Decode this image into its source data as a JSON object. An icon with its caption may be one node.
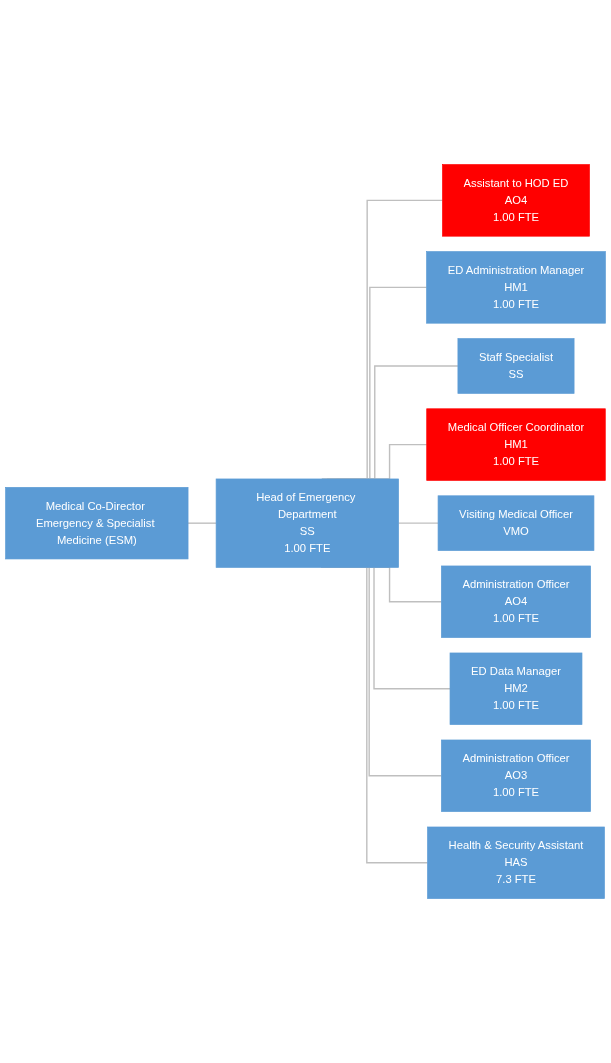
{
  "diagram": {
    "nodes": [
      {
        "text": [
          "Medical Co-Director Emergency & Specialist Medicine (ESM)"
        ]
      },
      {
        "text": [
          "Head of Emergency Department",
          "SS",
          "1.00 FTE"
        ]
      },
      {
        "text": [
          "Assistant to HOD ED",
          "AO4",
          "1.00 FTE"
        ]
      },
      {
        "text": [
          "ED Administration Manager",
          "HM1",
          "1.00 FTE"
        ]
      },
      {
        "text": [
          "Staff Specialist",
          "SS"
        ]
      },
      {
        "text": [
          "Medical Officer Coordinator",
          "HM1",
          "1.00 FTE"
        ]
      },
      {
        "text": [
          "Visiting Medical Officer",
          "VMO"
        ]
      },
      {
        "text": [
          "Administration Officer",
          "AO4",
          "1.00 FTE"
        ]
      },
      {
        "text": [
          "ED Data Manager",
          "HM2",
          "1.00 FTE"
        ]
      },
      {
        "text": [
          "Administration Officer",
          "AO3",
          "1.00 FTE"
        ]
      },
      {
        "text": [
          "Health & Security Assistant",
          "HAS",
          "7.3 FTE"
        ]
      }
    ],
    "edges": [
      {
        "from": 0,
        "to": 1,
        "arrow": "none"
      },
      {
        "from": 1,
        "to": 2,
        "arrow": "none"
      },
      {
        "from": 1,
        "to": 3,
        "arrow": "none"
      },
      {
        "from": 1,
        "to": 4,
        "arrow": "none"
      },
      {
        "from": 1,
        "to": 5,
        "arrow": "none"
      },
      {
        "from": 1,
        "to": 6,
        "arrow": "none"
      },
      {
        "from": 1,
        "to": 7,
        "arrow": "none"
      },
      {
        "from": 1,
        "to": 8,
        "arrow": "none"
      },
      {
        "from": 1,
        "to": 9,
        "arrow": "none"
      },
      {
        "from": 1,
        "to": 10,
        "arrow": "none"
      }
    ]
  }
}
